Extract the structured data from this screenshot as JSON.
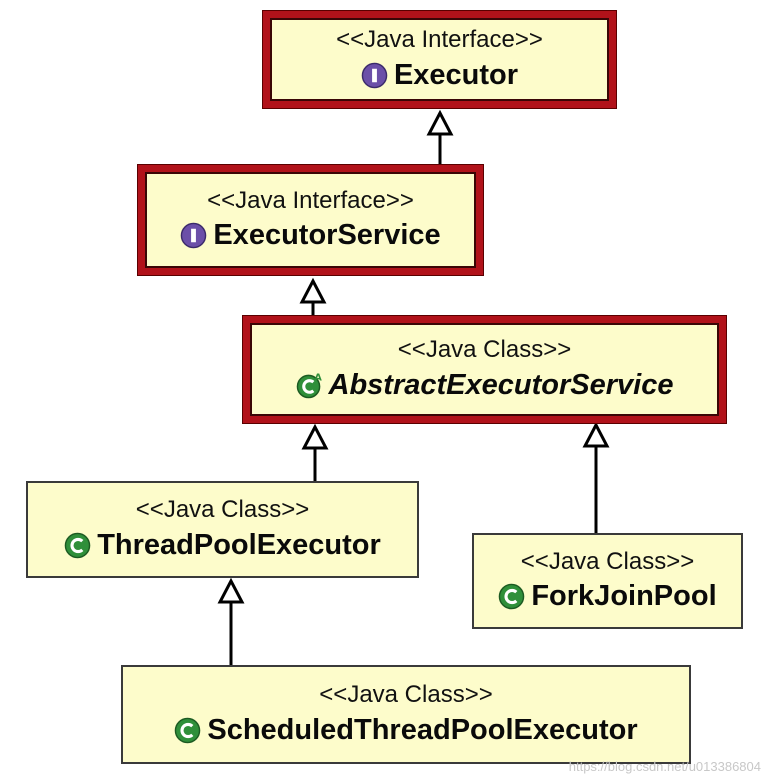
{
  "nodes": {
    "executor": {
      "stereotype": "<<Java Interface>>",
      "name": "Executor",
      "icon": "interface-icon"
    },
    "executor_service": {
      "stereotype": "<<Java Interface>>",
      "name": "ExecutorService",
      "icon": "interface-icon"
    },
    "abstract_executor_service": {
      "stereotype": "<<Java Class>>",
      "name": "AbstractExecutorService",
      "icon": "abstract-class-icon"
    },
    "thread_pool_executor": {
      "stereotype": "<<Java Class>>",
      "name": "ThreadPoolExecutor",
      "icon": "class-icon"
    },
    "fork_join_pool": {
      "stereotype": "<<Java Class>>",
      "name": "ForkJoinPool",
      "icon": "class-icon"
    },
    "scheduled_thread_pool_executor": {
      "stereotype": "<<Java Class>>",
      "name": "ScheduledThreadPoolExecutor",
      "icon": "class-icon"
    }
  },
  "edges": [
    {
      "from": "executor_service",
      "to": "executor",
      "kind": "inheritance"
    },
    {
      "from": "abstract_executor_service",
      "to": "executor_service",
      "kind": "inheritance"
    },
    {
      "from": "thread_pool_executor",
      "to": "abstract_executor_service",
      "kind": "inheritance"
    },
    {
      "from": "fork_join_pool",
      "to": "abstract_executor_service",
      "kind": "inheritance"
    },
    {
      "from": "scheduled_thread_pool_executor",
      "to": "thread_pool_executor",
      "kind": "inheritance"
    }
  ],
  "colors": {
    "box_fill": "#fdfccb",
    "highlight_border": "#b1121a",
    "interface_icon": "#6b4fa8",
    "class_icon": "#2f8f3a"
  },
  "watermark": "https://blog.csdn.net/u013386804"
}
